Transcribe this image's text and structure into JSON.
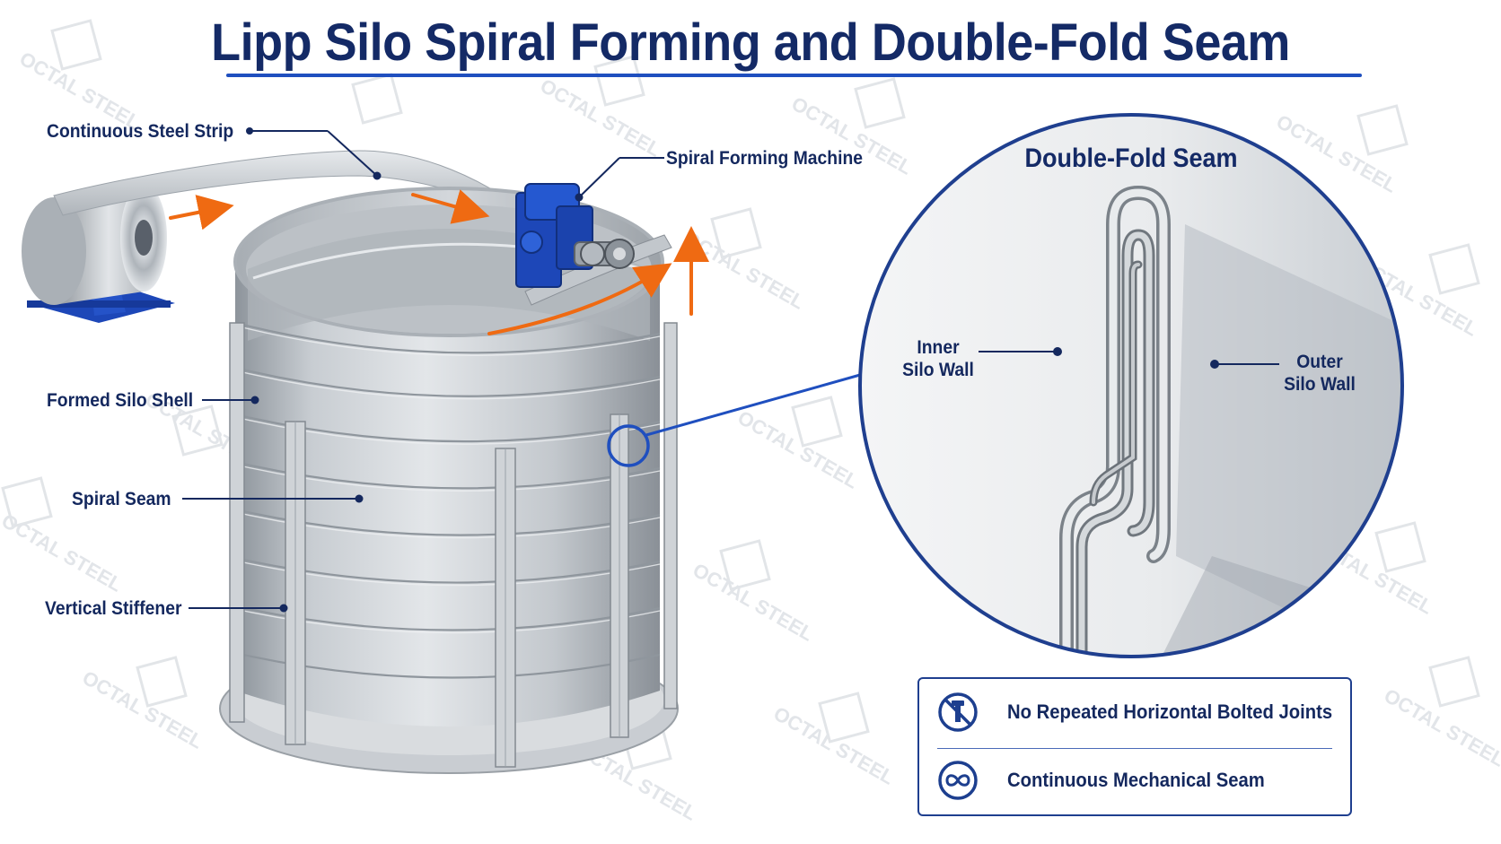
{
  "title": "Lipp Silo Spiral Forming and Double-Fold Seam",
  "labels": {
    "steel_strip": "Continuous Steel Strip",
    "forming_machine": "Spiral Forming Machine",
    "silo_shell": "Formed Silo Shell",
    "spiral_seam": "Spiral Seam",
    "stiffener": "Vertical Stiffener"
  },
  "inset": {
    "title": "Double-Fold Seam",
    "inner_wall": [
      "Inner",
      "Silo Wall"
    ],
    "outer_wall": [
      "Outer",
      "Silo Wall"
    ]
  },
  "benefits": [
    {
      "icon": "no-bolt-icon",
      "text": "No Repeated Horizontal Bolted Joints"
    },
    {
      "icon": "infinity-icon",
      "text": "Continuous Mechanical Seam"
    }
  ],
  "watermark": "OCTAL STEEL",
  "colors": {
    "title": "#142a66",
    "accent_blue": "#1f4fbf",
    "arrow_orange": "#ef6a12",
    "steel": "#b9bec4",
    "machine_blue": "#1d47b8"
  }
}
